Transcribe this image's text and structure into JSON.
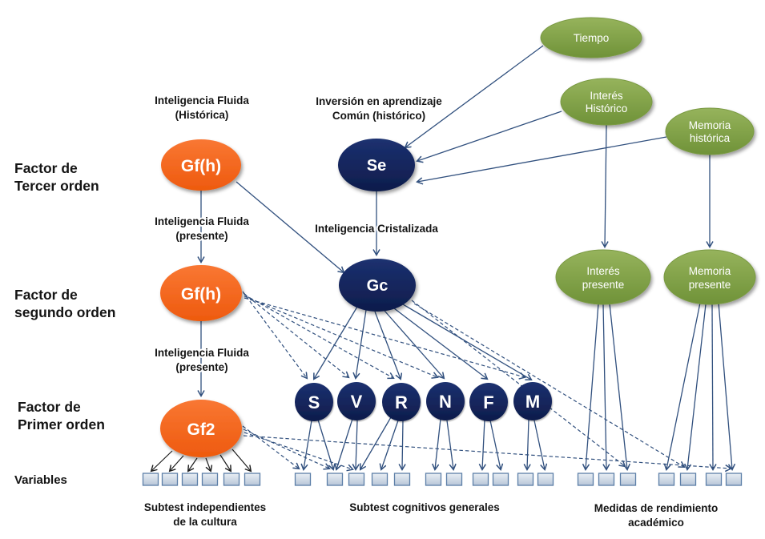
{
  "colors": {
    "orange_node": "#F3611B",
    "navy_node": "#132456",
    "green_node": "#7C9E44",
    "arrow_line": "#31507E",
    "black_arrow": "#1C1C1C",
    "square_fill": "#C9D3E1",
    "square_border": "#5D7FA8"
  },
  "row_labels": {
    "third": {
      "line1": "Factor de",
      "line2": "Tercer orden"
    },
    "second": {
      "line1": "Factor de",
      "line2": "segundo orden"
    },
    "first": {
      "line1": "Factor de",
      "line2": "Primer orden"
    },
    "variables": {
      "line1": "Variables"
    }
  },
  "annotations": {
    "fluid_hist": {
      "line1": "Inteligencia Fluida",
      "line2": "(Histórica)"
    },
    "investment": {
      "line1": "Inversión en aprendizaje",
      "line2": "Común (histórico)"
    },
    "fluid_present_upper": {
      "line1": "Inteligencia Fluida",
      "line2": "(presente)"
    },
    "crystallized": {
      "line1": "Inteligencia Cristalizada"
    },
    "fluid_present_lower": {
      "line1": "Inteligencia Fluida",
      "line2": "(presente)"
    }
  },
  "nodes": {
    "gf_h_historic": {
      "label": "Gf(h)"
    },
    "se": {
      "label": "Se"
    },
    "gf_h_present": {
      "label": "Gf(h)"
    },
    "gc": {
      "label": "Gc"
    },
    "gf2": {
      "label": "Gf2"
    },
    "tiempo": {
      "line1": "Tiempo"
    },
    "interes_historico": {
      "line1": "Interés",
      "line2": "Histórico"
    },
    "memoria_historica": {
      "line1": "Memoria",
      "line2": "histórica"
    },
    "interes_presente": {
      "line1": "Interés",
      "line2": "presente"
    },
    "memoria_presente": {
      "line1": "Memoria",
      "line2": "presente"
    },
    "subtests": {
      "s": "S",
      "v": "V",
      "r": "R",
      "n": "N",
      "f": "F",
      "m": "M"
    }
  },
  "group_labels": {
    "culture_free": {
      "line1": "Subtest independientes",
      "line2": "de la cultura"
    },
    "general_cognitive": {
      "line1": "Subtest cognitivos generales"
    },
    "academic": {
      "line1": "Medidas de rendimiento",
      "line2": "académico"
    }
  }
}
